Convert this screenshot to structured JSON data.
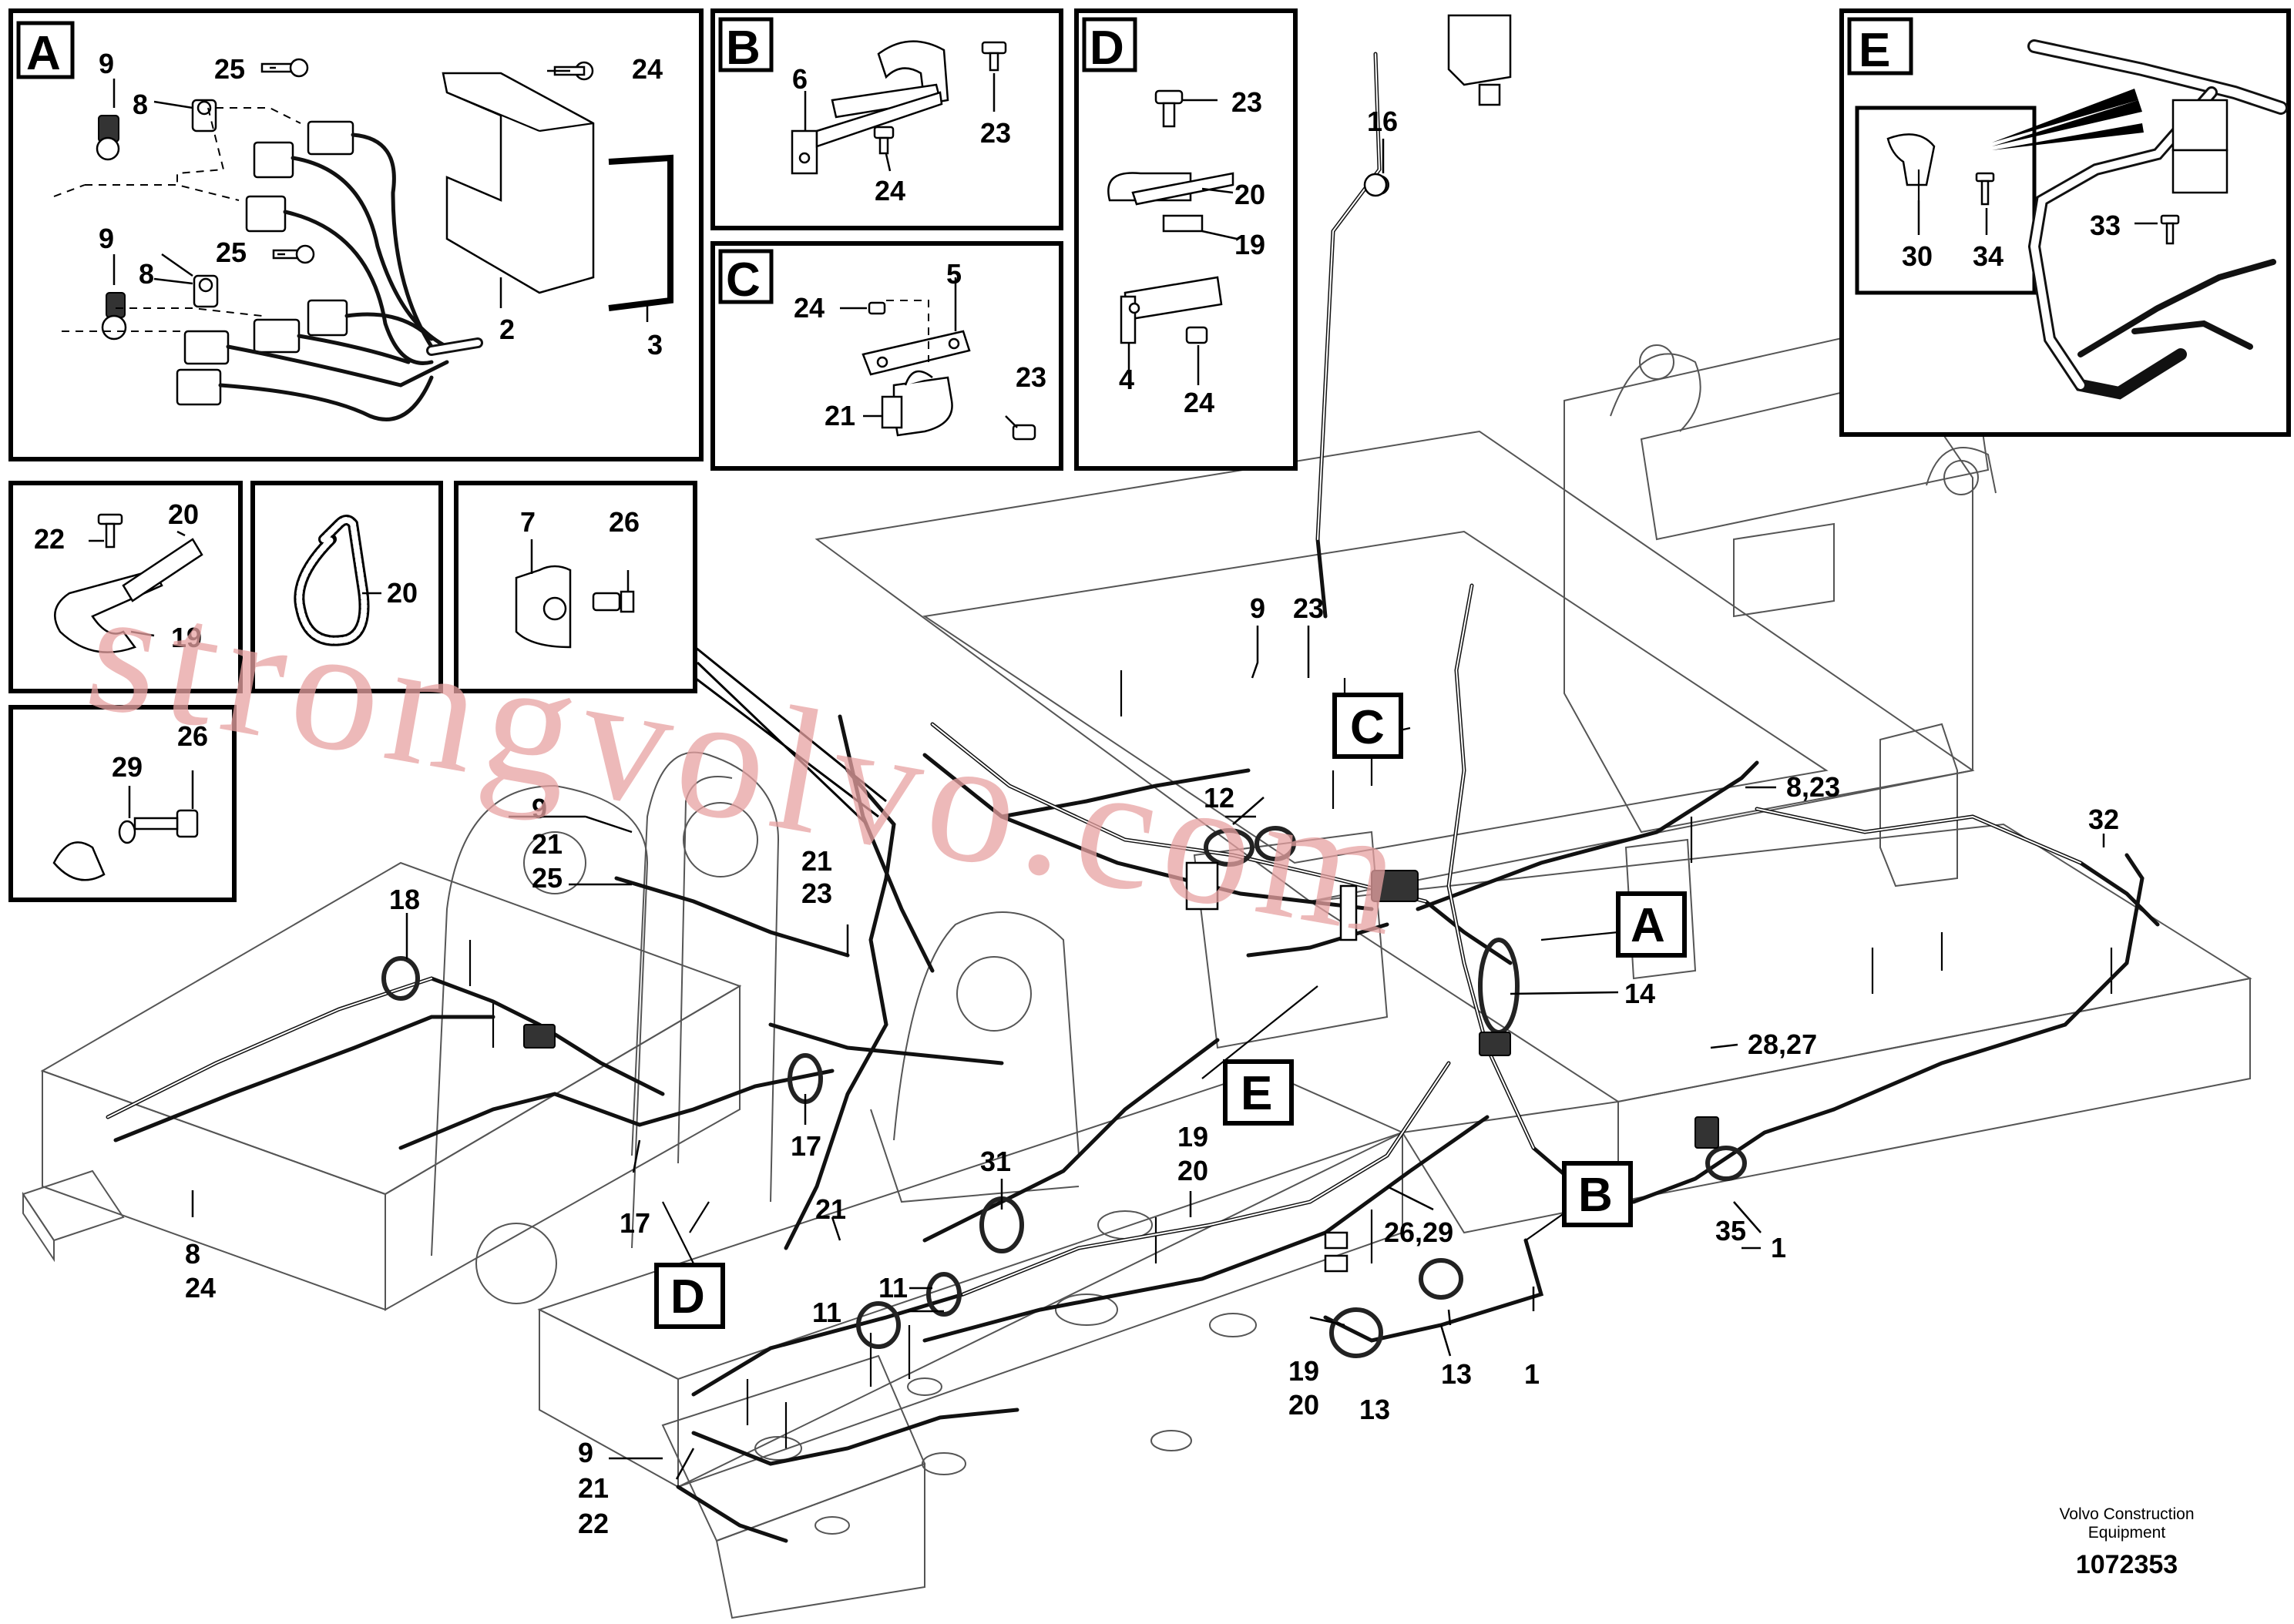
{
  "insets": {
    "A": "A",
    "B": "B",
    "C": "C",
    "D": "D",
    "E": "E"
  },
  "inset_labels": {
    "A": [
      "9",
      "25",
      "8",
      "24",
      "25",
      "9",
      "8",
      "2",
      "3"
    ],
    "B": [
      "6",
      "23",
      "24"
    ],
    "C": [
      "5",
      "24",
      "23",
      "21"
    ],
    "D": [
      "23",
      "20",
      "19",
      "4",
      "24"
    ],
    "E": [
      "30",
      "34",
      "33"
    ],
    "clip": [
      "22",
      "20",
      "19"
    ],
    "tie": [
      "20"
    ],
    "bracket": [
      "7",
      "26"
    ],
    "bolt": [
      "29",
      "26"
    ]
  },
  "main_labels": {
    "c16": "16",
    "c9a": "9",
    "c23a": "23",
    "c823": "8,23",
    "c12": "12",
    "c9b": "9",
    "c21a": "21",
    "c25": "25",
    "c21b": "21",
    "c23b": "23",
    "c18": "18",
    "c14": "14",
    "c32": "32",
    "c2827": "28,27",
    "c1a": "1",
    "c35": "35",
    "c17a": "17",
    "c17b": "17",
    "c31": "31",
    "c19a": "19",
    "c20a": "20",
    "c2629": "26,29",
    "c8": "8",
    "c24": "24",
    "c21c": "21",
    "c11a": "11",
    "c11b": "11",
    "c19b": "19",
    "c20b": "20",
    "c13a": "13",
    "c13b": "13",
    "c1b": "1",
    "c9c": "9",
    "c21d": "21",
    "c22": "22"
  },
  "boxes": {
    "A": "A",
    "B": "B",
    "C": "C",
    "D": "D",
    "E": "E"
  },
  "watermark": "strongvolvo.com",
  "footer": {
    "company_line1": "Volvo Construction",
    "company_line2": "Equipment",
    "doc_number": "1072353"
  }
}
